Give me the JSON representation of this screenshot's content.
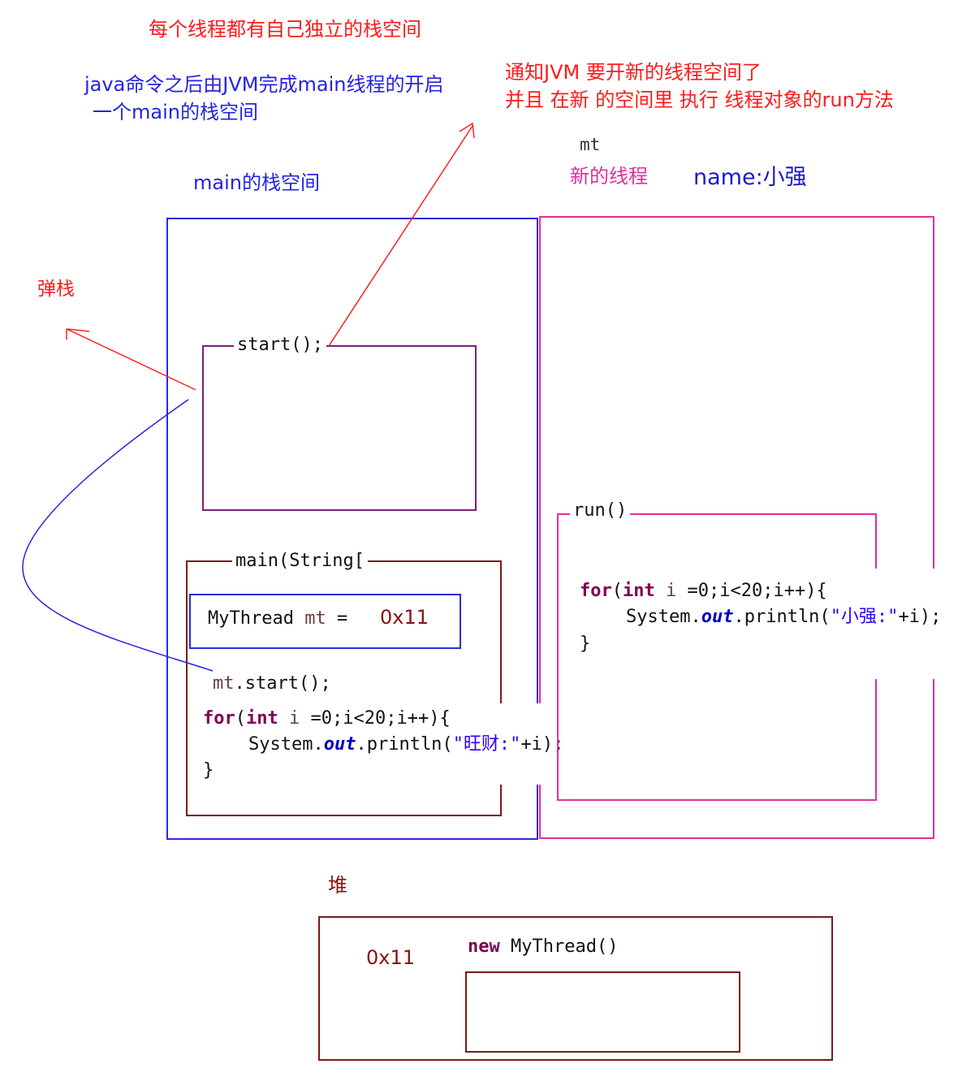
{
  "labels": {
    "own_stack": "每个线程都有自己独立的栈空间",
    "java_cmd_line1": "java命令之后由JVM完成main线程的开启",
    "java_cmd_line2": "一个main的栈空间",
    "notify_line1": "通知JVM 要开新的线程空间了",
    "notify_line2": "并且 在新 的空间里 执行 线程对象的run方法",
    "mt": "mt",
    "new_thread": "新的线程",
    "thread_name": "name:小强",
    "main_stack": "main的栈空间",
    "pop_stack": "弹栈",
    "heap": "堆"
  },
  "main_frame": {
    "start_call": "start();",
    "main_sig": "main(String[",
    "decl_type": "MyThread",
    "decl_var": "mt",
    "decl_eq": "=",
    "decl_addr": "0x11",
    "call_var": "mt",
    "call_rest": ".start();",
    "for_kw": "for",
    "for_open": "(",
    "for_int": "int",
    "for_i": "i",
    "for_rest": " =0;i<20;i++){",
    "sys": "System.",
    "out": "out",
    "println": ".println(",
    "str": "\"旺财:\"",
    "tail": "+i);",
    "close": "}"
  },
  "run_frame": {
    "run_label": "run()",
    "for_kw": "for",
    "for_open": "(",
    "for_int": "int",
    "for_i": "i",
    "for_rest": " =0;i<20;i++){",
    "sys": "System.",
    "out": "out",
    "println": ".println(",
    "str": "\"小强:\"",
    "tail": "+i);",
    "close": "}"
  },
  "heap": {
    "addr": "0x11",
    "new_kw": "new",
    "new_rest": "MyThread()"
  },
  "colors": {
    "red": "#ff1a1a",
    "blue": "#2323e6",
    "magenta": "#e0309a",
    "purple": "#7a1f7a",
    "darkred": "#7a1a1a"
  }
}
